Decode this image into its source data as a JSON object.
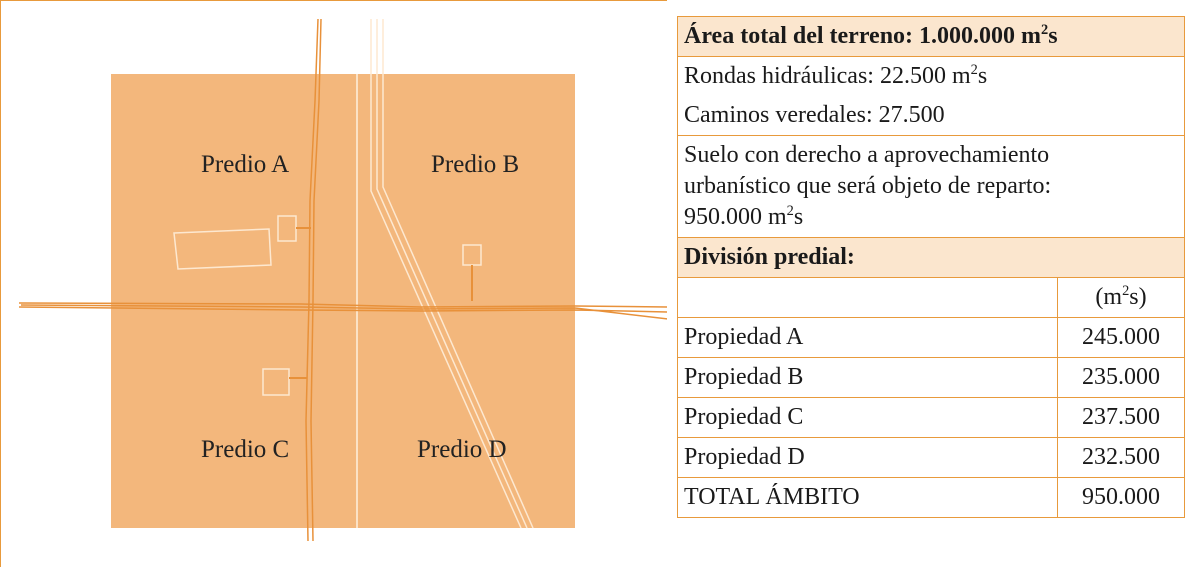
{
  "map": {
    "labels": {
      "predio_a": "Predio A",
      "predio_b": "Predio B",
      "predio_c": "Predio C",
      "predio_d": "Predio D"
    },
    "colors": {
      "land": "#f3b77c",
      "border": "#e89a3c",
      "road": "#e8913a"
    }
  },
  "table": {
    "area_total": {
      "label": "Área total del terreno: 1.000.000 m",
      "sup": "2",
      "suffix": "s"
    },
    "rondas": {
      "label": "Rondas hidráulicas: 22.500 m",
      "sup": "2",
      "suffix": "s"
    },
    "caminos": {
      "label": "Caminos veredales: 27.500"
    },
    "suelo": {
      "line1": "Suelo con derecho a aprovechamiento",
      "line2": "urbanístico que será objeto de reparto:",
      "line3": "950.000 m",
      "sup": "2",
      "suffix": "s"
    },
    "division": {
      "label": "División predial:"
    },
    "unit": {
      "prefix": "(m",
      "sup": "2",
      "suffix": "s)"
    },
    "rows": [
      {
        "name": "Propiedad A",
        "value": "245.000"
      },
      {
        "name": "Propiedad B",
        "value": "235.000"
      },
      {
        "name": "Propiedad C",
        "value": "237.500"
      },
      {
        "name": "Propiedad D",
        "value": "232.500"
      },
      {
        "name": "TOTAL ÁMBITO",
        "value": "950.000"
      }
    ]
  }
}
